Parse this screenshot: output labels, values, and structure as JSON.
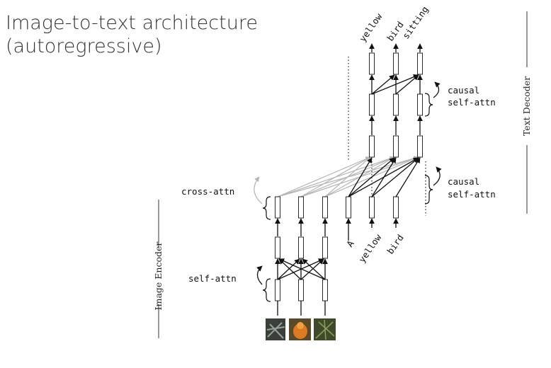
{
  "title": {
    "line1": "Image-to-text architecture",
    "line2": "(autoregressive)"
  },
  "side_labels": {
    "image_encoder": "Image Encoder",
    "text_decoder": "Text Decoder"
  },
  "attention_labels": {
    "self_attn": "self-attn",
    "cross_attn": "cross-attn",
    "causal_top_1": "causal",
    "causal_top_2": "self-attn",
    "causal_mid_1": "causal",
    "causal_mid_2": "self-attn"
  },
  "decoder_inputs": [
    "A",
    "yellow",
    "bird"
  ],
  "decoder_outputs": [
    "yellow",
    "bird",
    "sitting"
  ],
  "image_patches": [
    {
      "name": "patch-dark",
      "color": "#3a3f3a"
    },
    {
      "name": "patch-bird",
      "color": "#c8641e"
    },
    {
      "name": "patch-leaves",
      "color": "#4b5a30"
    }
  ]
}
